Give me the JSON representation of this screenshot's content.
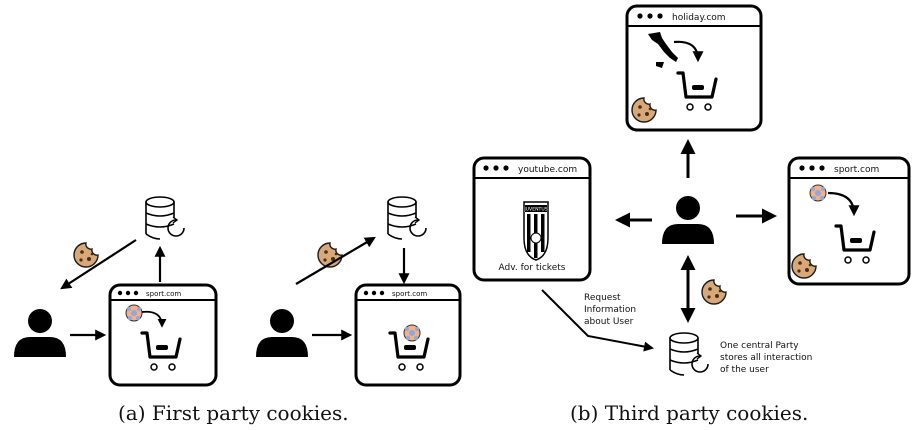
{
  "first_party": {
    "browser_url": "sport.com",
    "browser_url_right": "sport.com",
    "caption": "(a) First party cookies."
  },
  "third_party": {
    "browser_holiday_url": "holiday.com",
    "browser_youtube_url": "youtube.com",
    "browser_sport_url": "sport.com",
    "ad_logo_text": "JUVENTUS",
    "ad_label": "Adv. for tickets",
    "request_note": [
      "Request",
      "Information",
      "about User"
    ],
    "central_note": [
      "One central Party",
      "stores all interaction",
      "of the user"
    ],
    "caption": "(b) Third party cookies."
  }
}
